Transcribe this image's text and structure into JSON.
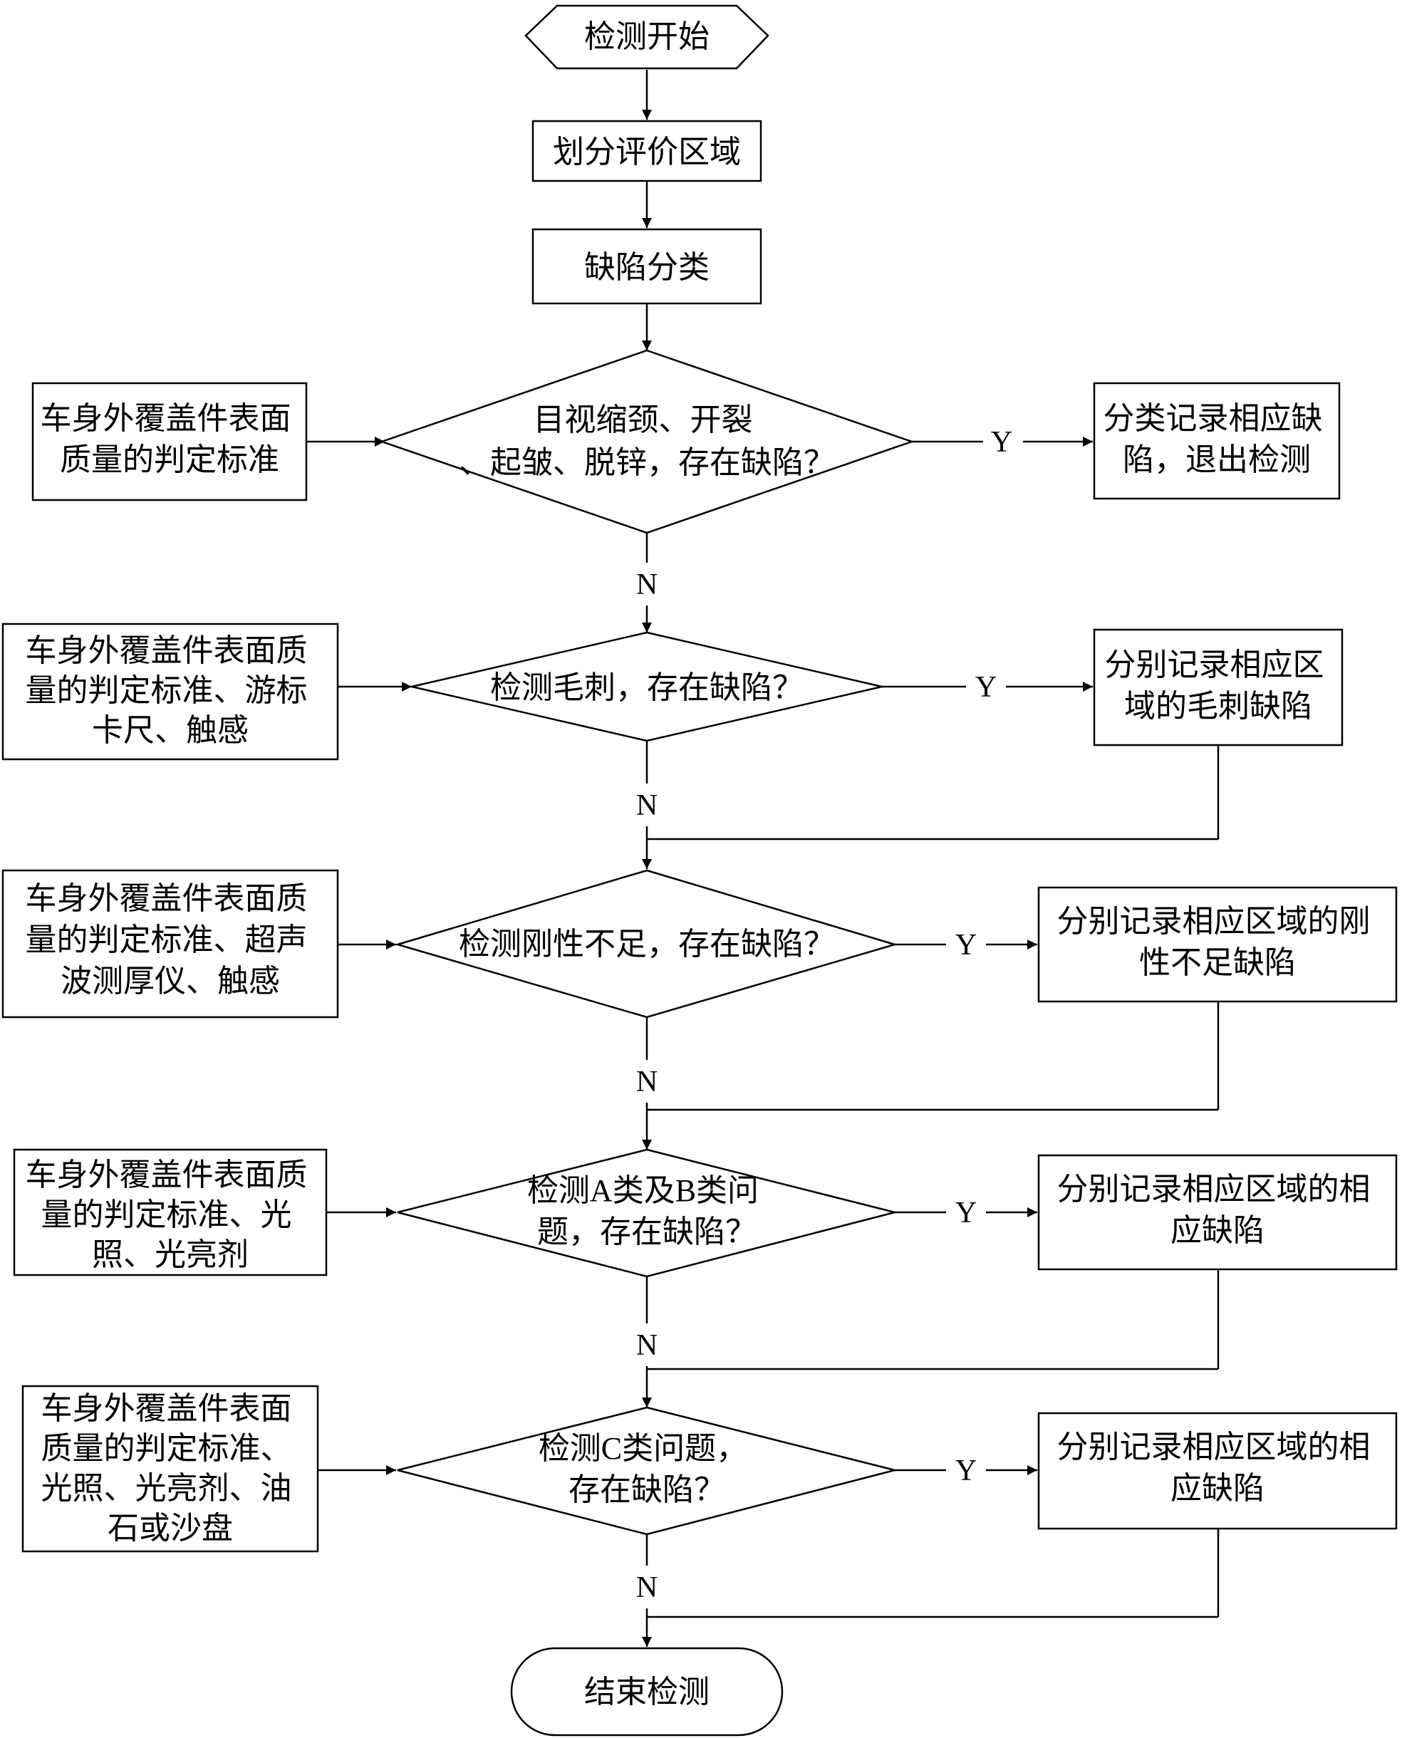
{
  "start": "检测开始",
  "step1": "划分评价区域",
  "step2": "缺陷分类",
  "check1": {
    "question": [
      "目视缩颈、开裂",
      "、起皱、脱锌，存在缺陷？"
    ],
    "criteria": [
      "车身外覆盖件表面",
      "质量的判定标准"
    ],
    "result": [
      "分类记录相应缺",
      "陷，退出检测"
    ]
  },
  "check2": {
    "question": [
      "检测毛刺，存在缺陷？"
    ],
    "criteria": [
      "车身外覆盖件表面质",
      "量的判定标准、游标",
      "卡尺、触感"
    ],
    "result": [
      "分别记录相应区",
      "域的毛刺缺陷"
    ]
  },
  "check3": {
    "question": [
      "检测刚性不足，存在缺陷？"
    ],
    "criteria": [
      "车身外覆盖件表面质",
      "量的判定标准、超声",
      "波测厚仪、触感"
    ],
    "result": [
      "分别记录相应区域的刚",
      "性不足缺陷"
    ]
  },
  "check4": {
    "question": [
      "检测A类及B类问",
      "题，存在缺陷？"
    ],
    "criteria": [
      "车身外覆盖件表面质",
      "量的判定标准、光",
      "照、光亮剂"
    ],
    "result": [
      "分别记录相应区域的相",
      "应缺陷"
    ]
  },
  "check5": {
    "question": [
      "检测C类问题，",
      "存在缺陷？"
    ],
    "criteria": [
      "车身外覆盖件表面",
      "质量的判定标准、",
      "光照、光亮剂、油",
      "石或沙盘"
    ],
    "result": [
      "分别记录相应区域的相",
      "应缺陷"
    ]
  },
  "labels": {
    "yes": "Y",
    "no": "N"
  },
  "end": "结束检测"
}
